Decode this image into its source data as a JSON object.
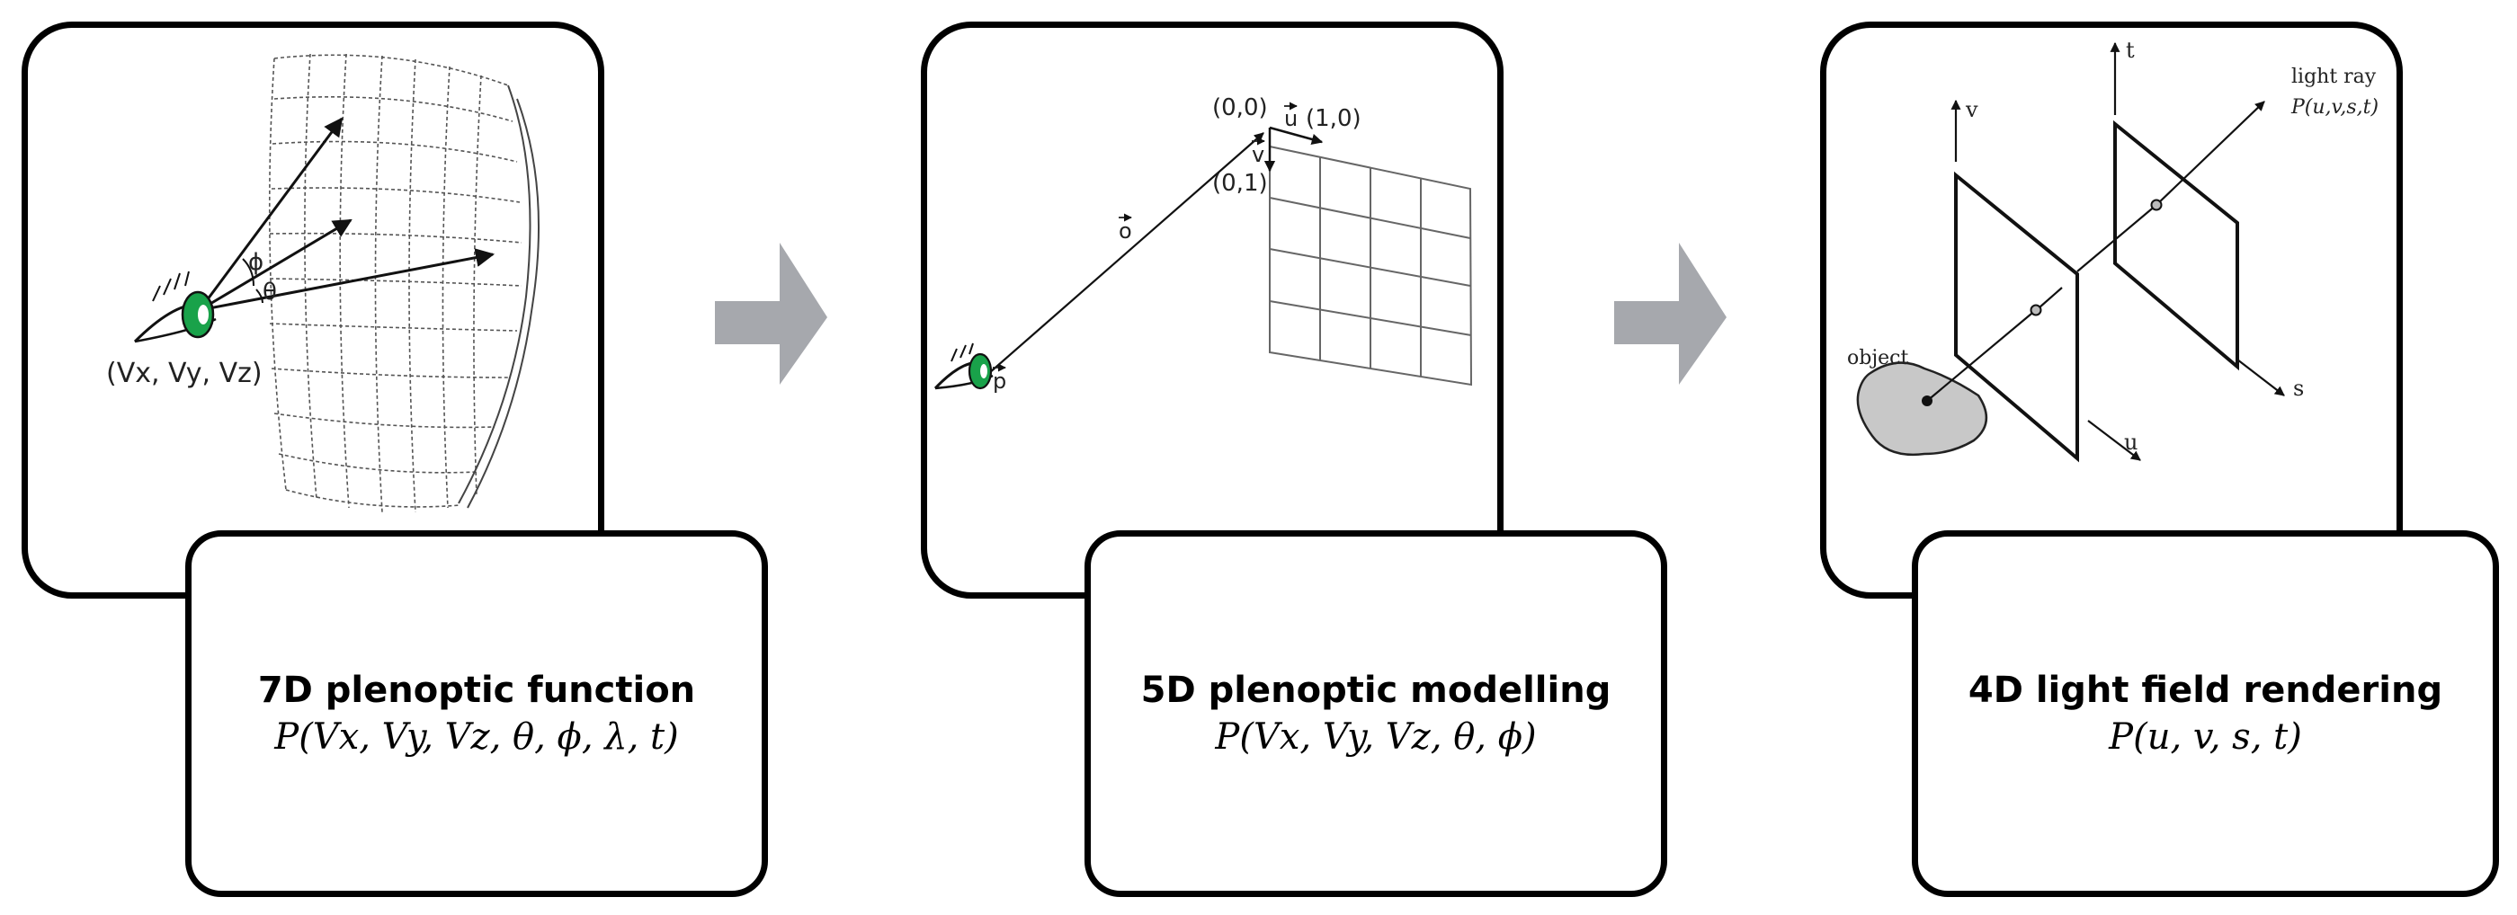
{
  "panels": [
    {
      "title": "7D plenoptic function",
      "formula": "P(Vx, Vy, Vz, θ, ϕ, λ, t)",
      "labels": {
        "viewpoint": "(Vx, Vy, Vz)",
        "phi": "ϕ",
        "theta": "θ"
      }
    },
    {
      "title": "5D plenoptic modelling",
      "formula": "P(Vx, Vy, Vz, θ, ϕ)",
      "labels": {
        "origin": "(0,0)",
        "u_vec": "u",
        "u_coord": "(1,0)",
        "v_vec": "v",
        "v_coord": "(0,1)",
        "o_vec": "o",
        "p_vec": "p"
      }
    },
    {
      "title": "4D light field rendering",
      "formula": "P(u, v, s, t)",
      "labels": {
        "v_axis": "v",
        "t_axis": "t",
        "u_axis": "u",
        "s_axis": "s",
        "ray": "light ray",
        "ray_formula": "P(u,v,s,t)",
        "object": "object"
      }
    }
  ],
  "colors": {
    "arrow": "#a6a8ad",
    "eye": "#19a24a",
    "object_fill": "#c8c8c8",
    "border": "#000000"
  }
}
